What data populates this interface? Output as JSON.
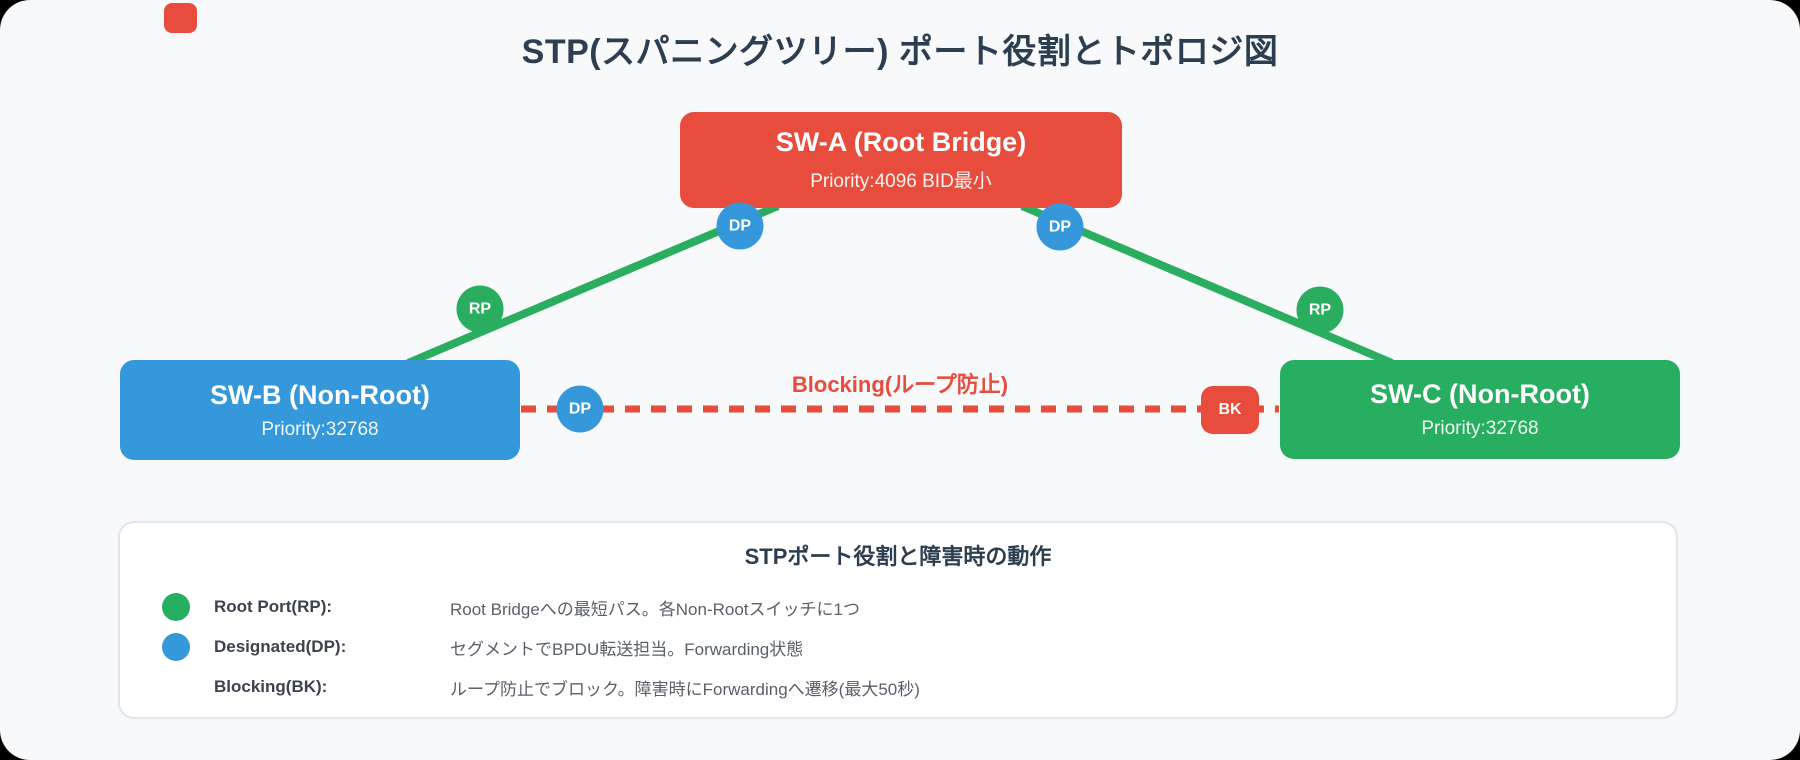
{
  "page": {
    "title": "STP(スパニングツリー) ポート役割とトポロジ図",
    "background_color": "#f7f9fb",
    "accent_color": "#e74c3c"
  },
  "topology": {
    "nodes": [
      {
        "id": "sw-a",
        "label": "SW-A (Root Bridge)",
        "sublabel": "Priority:4096 BID最小",
        "color": "#e74c3c"
      },
      {
        "id": "sw-b",
        "label": "SW-B (Non-Root)",
        "sublabel": "Priority:32768",
        "color": "#3498db"
      },
      {
        "id": "sw-c",
        "label": "SW-C (Non-Root)",
        "sublabel": "Priority:32768",
        "color": "#27ae60"
      }
    ],
    "links": {
      "forwarding_color": "#2aad5f",
      "blocking_color": "#e74c3c",
      "blocking_label": "Blocking(ループ防止)"
    },
    "port_badges": [
      {
        "id": "dp-a-left",
        "label": "DP",
        "color": "#3498db",
        "shape": "circle"
      },
      {
        "id": "dp-a-right",
        "label": "DP",
        "color": "#3498db",
        "shape": "circle"
      },
      {
        "id": "rp-b",
        "label": "RP",
        "color": "#2aad5f",
        "shape": "circle"
      },
      {
        "id": "rp-c",
        "label": "RP",
        "color": "#2aad5f",
        "shape": "circle"
      },
      {
        "id": "dp-b",
        "label": "DP",
        "color": "#3498db",
        "shape": "circle"
      },
      {
        "id": "bk-c",
        "label": "BK",
        "color": "#e74c3c",
        "shape": "rounded-square"
      }
    ]
  },
  "legend": {
    "title": "STPポート役割と障害時の動作",
    "rows": [
      {
        "bullet_color": "#27ae60",
        "term": "Root Port(RP):",
        "desc": "Root Bridgeへの最短パス。各Non-Rootスイッチに1つ"
      },
      {
        "bullet_color": "#3498db",
        "term": "Designated(DP):",
        "desc": "セグメントでBPDU転送担当。Forwarding状態"
      },
      {
        "bullet_color": null,
        "term": "Blocking(BK):",
        "desc": "ループ防止でブロック。障害時にForwardingへ遷移(最大50秒)"
      }
    ]
  }
}
